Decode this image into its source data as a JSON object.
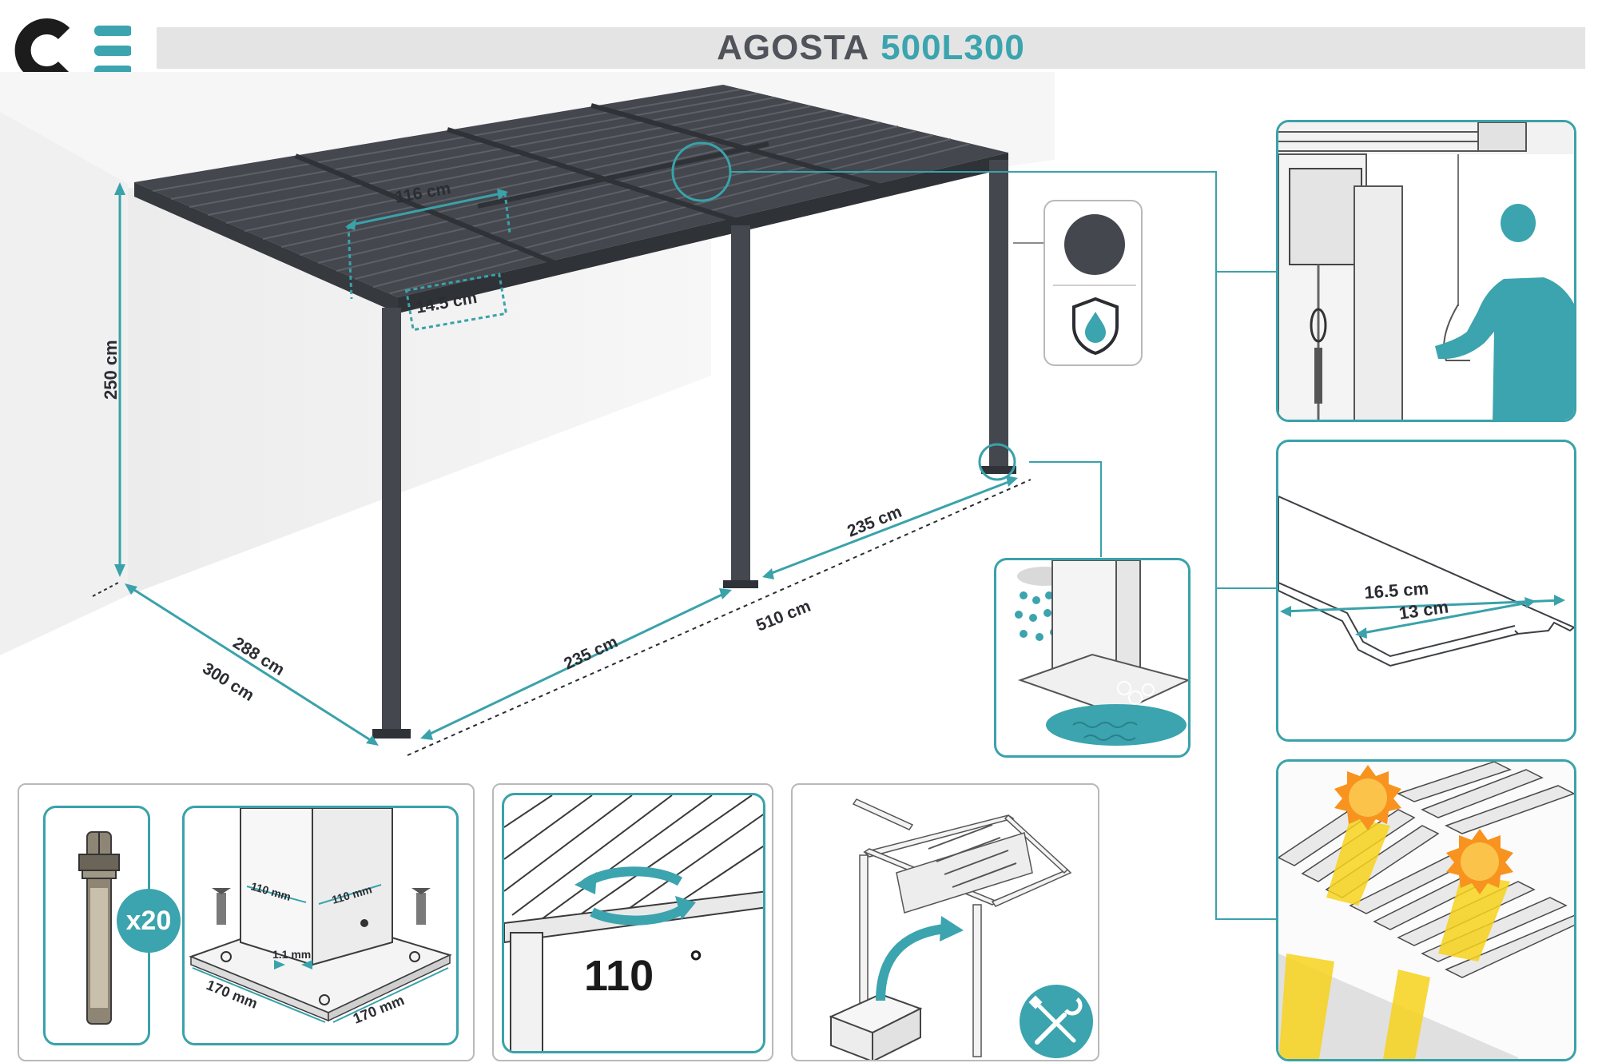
{
  "brand": {
    "logo_text": "CE"
  },
  "title": {
    "name": "AGOSTA",
    "model": "500L300"
  },
  "colors": {
    "accent": "#3ba4ae",
    "frame": "#44474d",
    "dim_line": "#3aa2aa"
  },
  "main_dimensions": {
    "louvre_length": "116 cm",
    "louvre_width": "14.5 cm",
    "height": "250 cm",
    "depth_inner": "288 cm",
    "depth_outer": "300 cm",
    "span_front": "235 cm",
    "span_back": "235 cm",
    "length_total": "510 cm"
  },
  "features": {
    "color_swatch": "anthracite",
    "waterproof_icon": "water-shield-icon"
  },
  "louvre_profile": {
    "outer_width": "16.5 cm",
    "inner_width": "13 cm"
  },
  "anchor_kit": {
    "quantity": "x20"
  },
  "base_plate": {
    "post_width_a": "110 mm",
    "post_width_b": "110 mm",
    "thickness": "1.1 mm",
    "plate_width_a": "170 mm",
    "plate_width_b": "170 mm"
  },
  "rotation": {
    "angle": "110",
    "unit": "°"
  },
  "assembly": {
    "tools_icon": "tools-icon"
  }
}
